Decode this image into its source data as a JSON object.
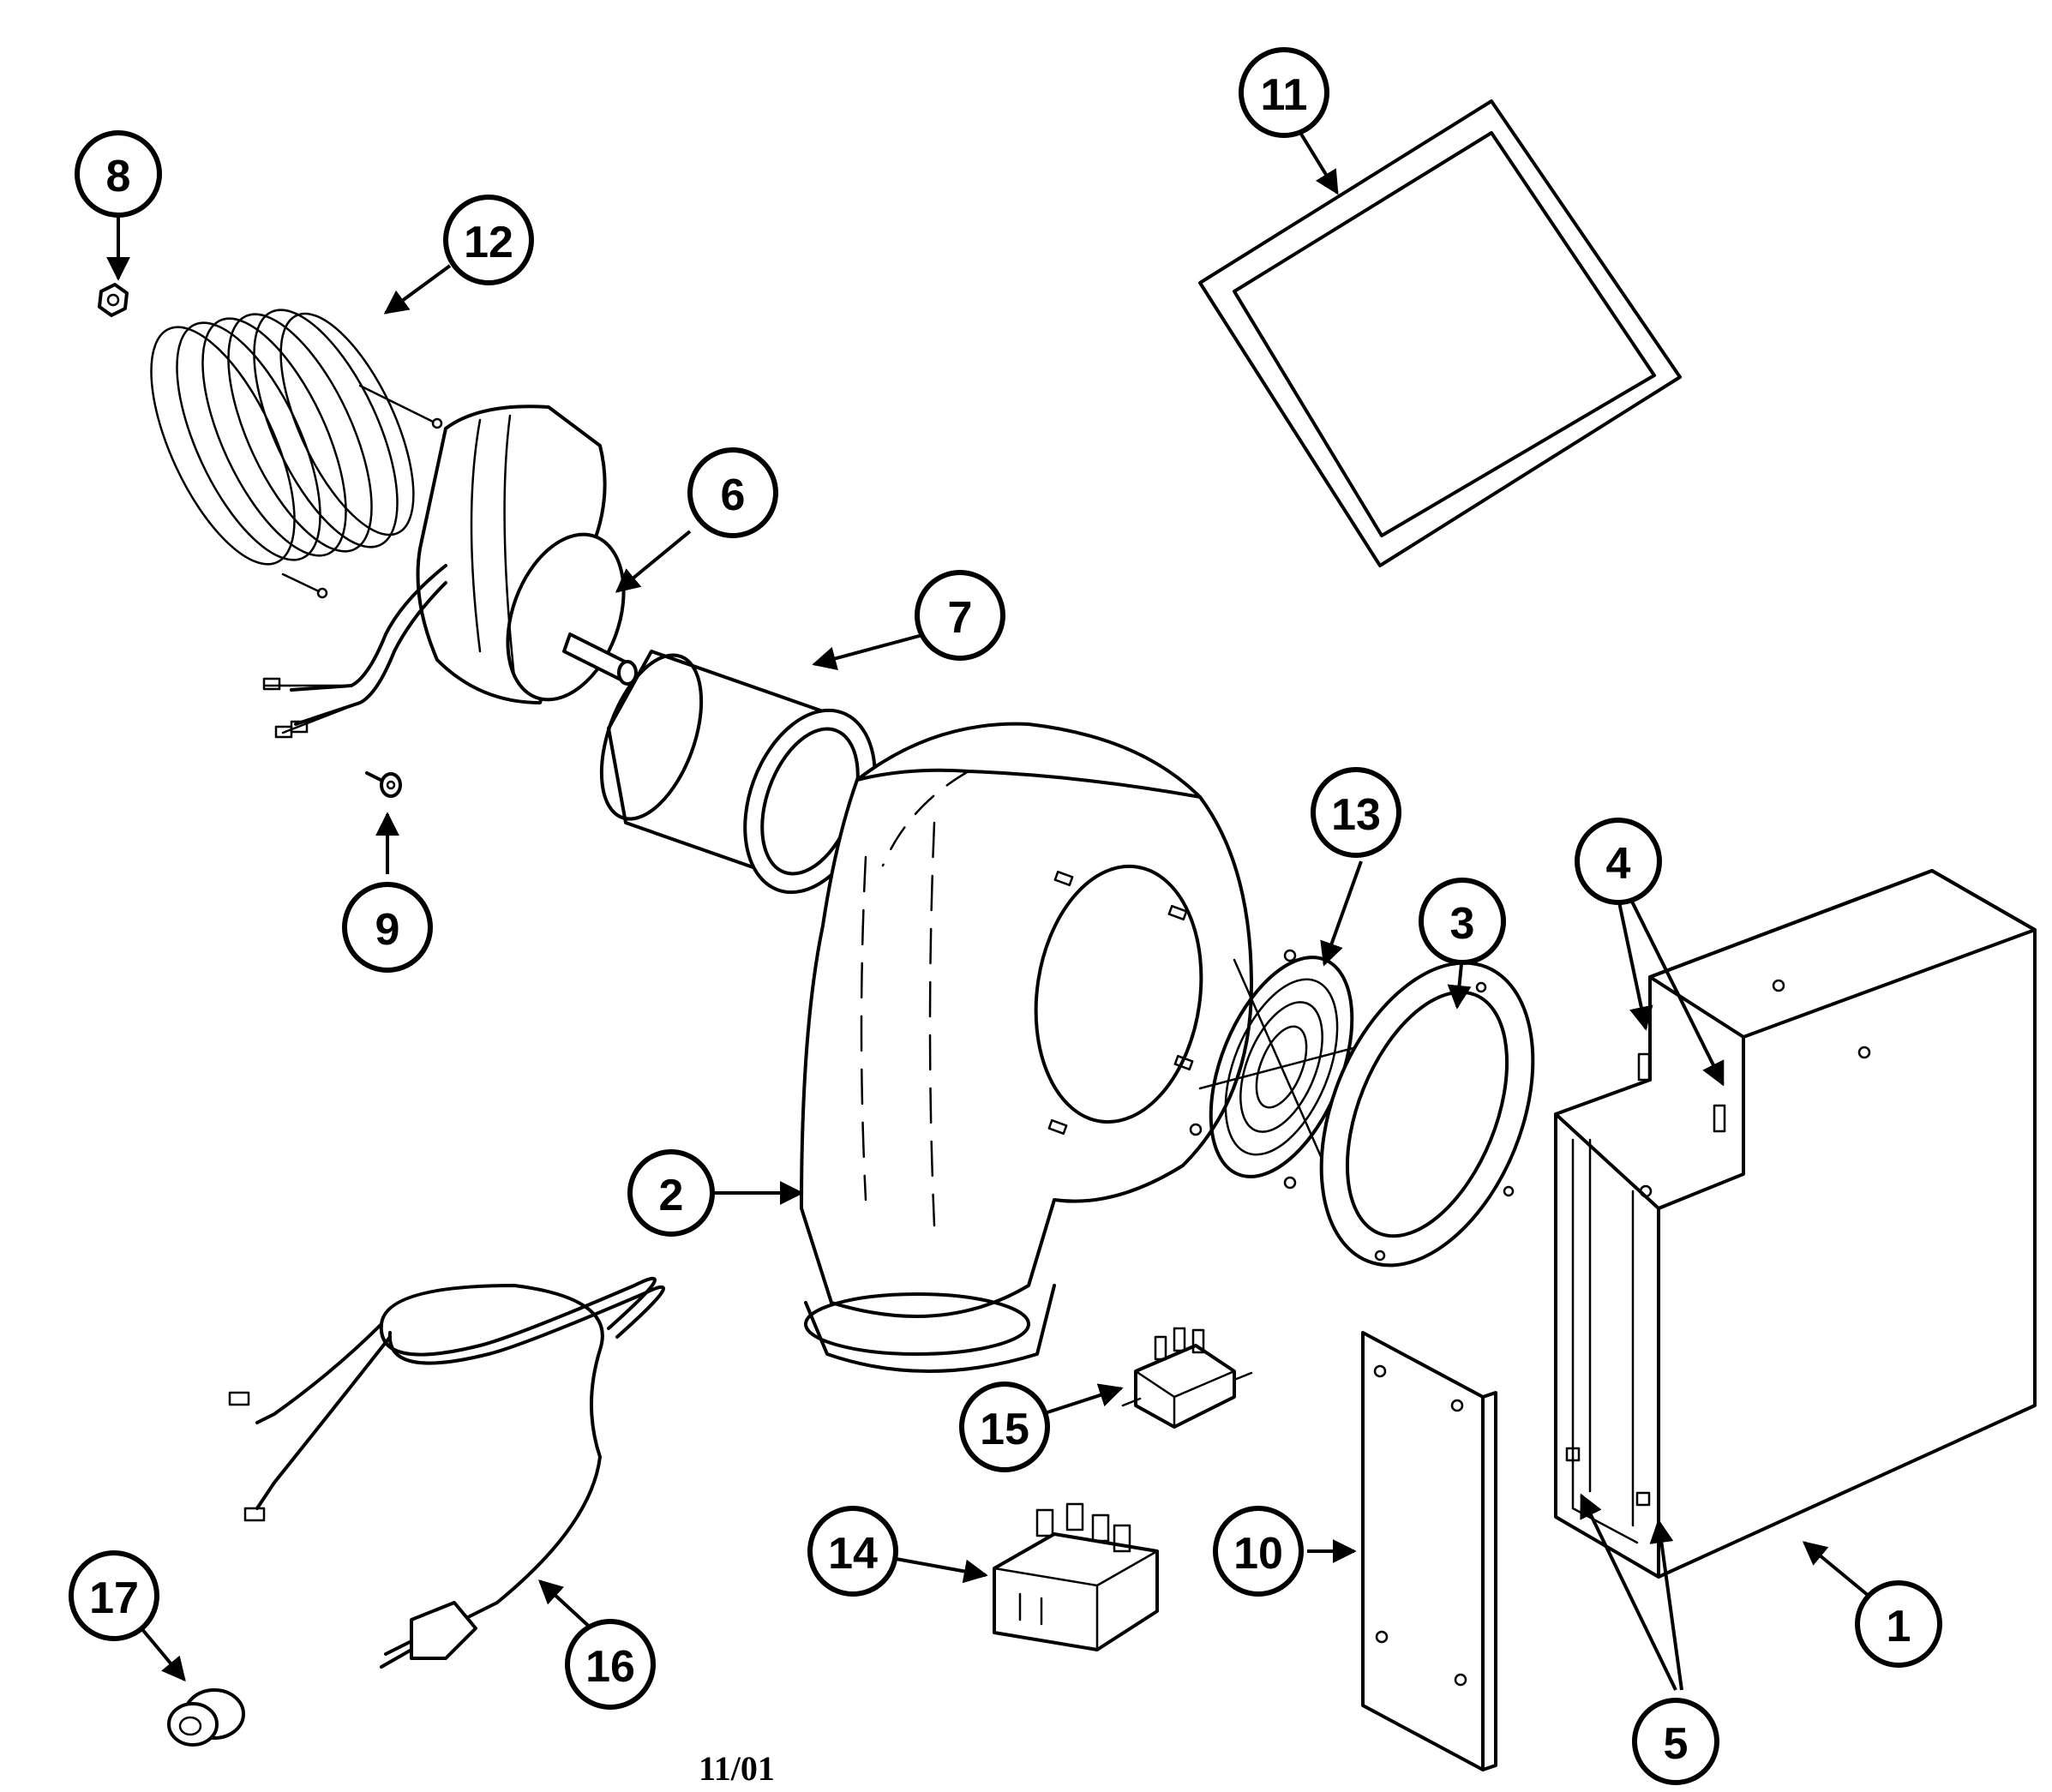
{
  "callouts": {
    "c1": "1",
    "c2": "2",
    "c3": "3",
    "c4": "4",
    "c5": "5",
    "c6": "6",
    "c7": "7",
    "c8": "8",
    "c9": "9",
    "c10": "10",
    "c11": "11",
    "c12": "12",
    "c13": "13",
    "c14": "14",
    "c15": "15",
    "c16": "16",
    "c17": "17"
  },
  "footer": {
    "date_code": "11/01"
  }
}
